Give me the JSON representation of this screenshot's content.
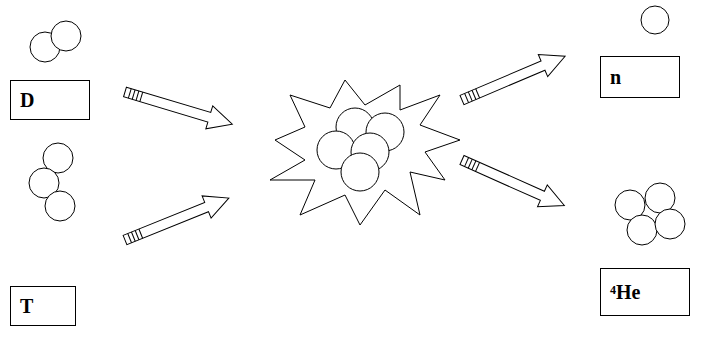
{
  "diagram": {
    "nodes": [
      {
        "text": [
          "D"
        ]
      },
      {
        "text": [
          "T"
        ]
      },
      {
        "text": [
          "n"
        ]
      },
      {
        "text": [
          "⁴He"
        ]
      }
    ]
  }
}
